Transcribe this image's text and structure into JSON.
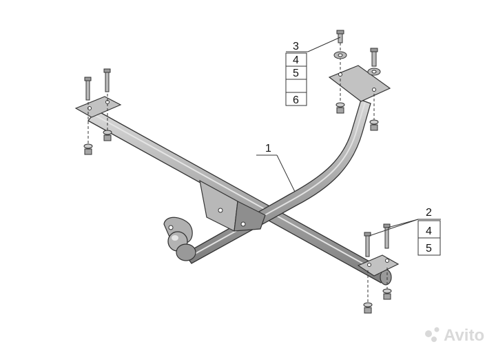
{
  "callouts": {
    "top_right": [
      "3",
      "4",
      "5",
      "6"
    ],
    "bottom_right": [
      "2",
      "4",
      "5"
    ],
    "tube": "1"
  },
  "watermark": "Avito",
  "colors": {
    "metal": "#a7a7a7",
    "metal_dark": "#7a7a7a",
    "metal_light": "#d6d6d6",
    "outline": "#333333"
  }
}
